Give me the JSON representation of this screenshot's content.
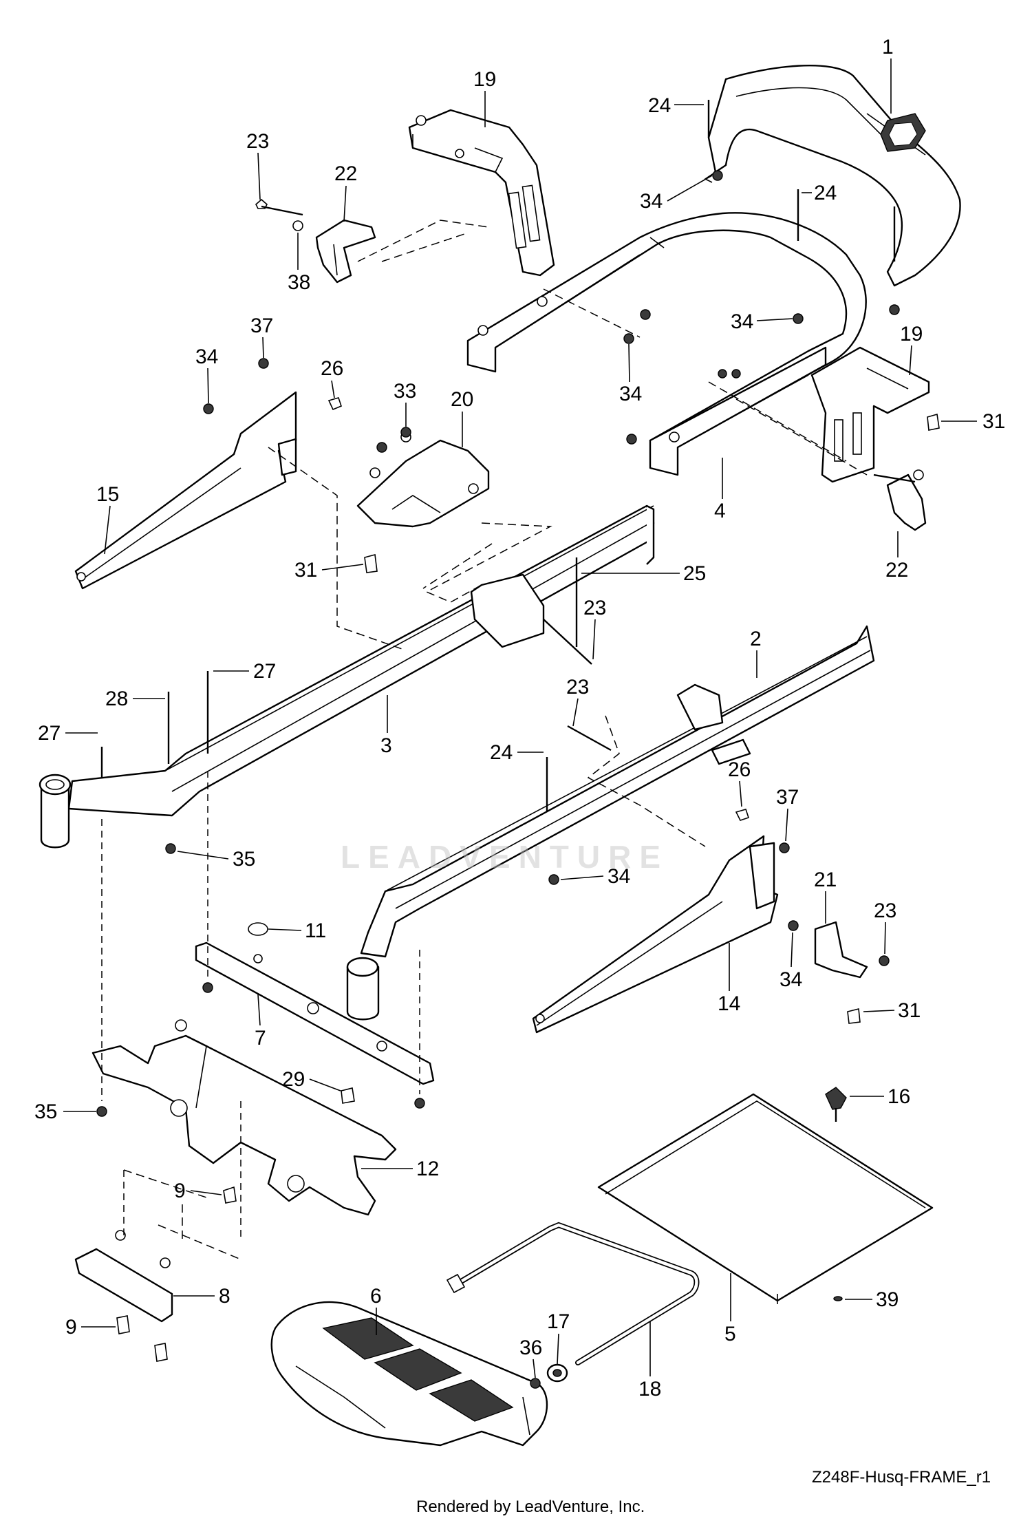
{
  "diagram": {
    "drawing_id": "Z248F-Husq-FRAME_r1",
    "credit": "Rendered by LeadVenture, Inc.",
    "watermark": "LEADVENTURE",
    "callouts": [
      "1",
      "19",
      "23",
      "22",
      "24",
      "34",
      "24",
      "38",
      "34",
      "37",
      "34",
      "26",
      "15",
      "33",
      "20",
      "34",
      "19",
      "31",
      "4",
      "31",
      "22",
      "25",
      "23",
      "27",
      "28",
      "2",
      "27",
      "23",
      "3",
      "24",
      "26",
      "37",
      "35",
      "34",
      "21",
      "23",
      "11",
      "34",
      "7",
      "14",
      "31",
      "16",
      "29",
      "35",
      "12",
      "9",
      "8",
      "39",
      "9",
      "6",
      "17",
      "5",
      "36",
      "18"
    ],
    "colors": {
      "ink": "#000000",
      "paper": "#ffffff",
      "watermark": "#bebebe"
    }
  }
}
